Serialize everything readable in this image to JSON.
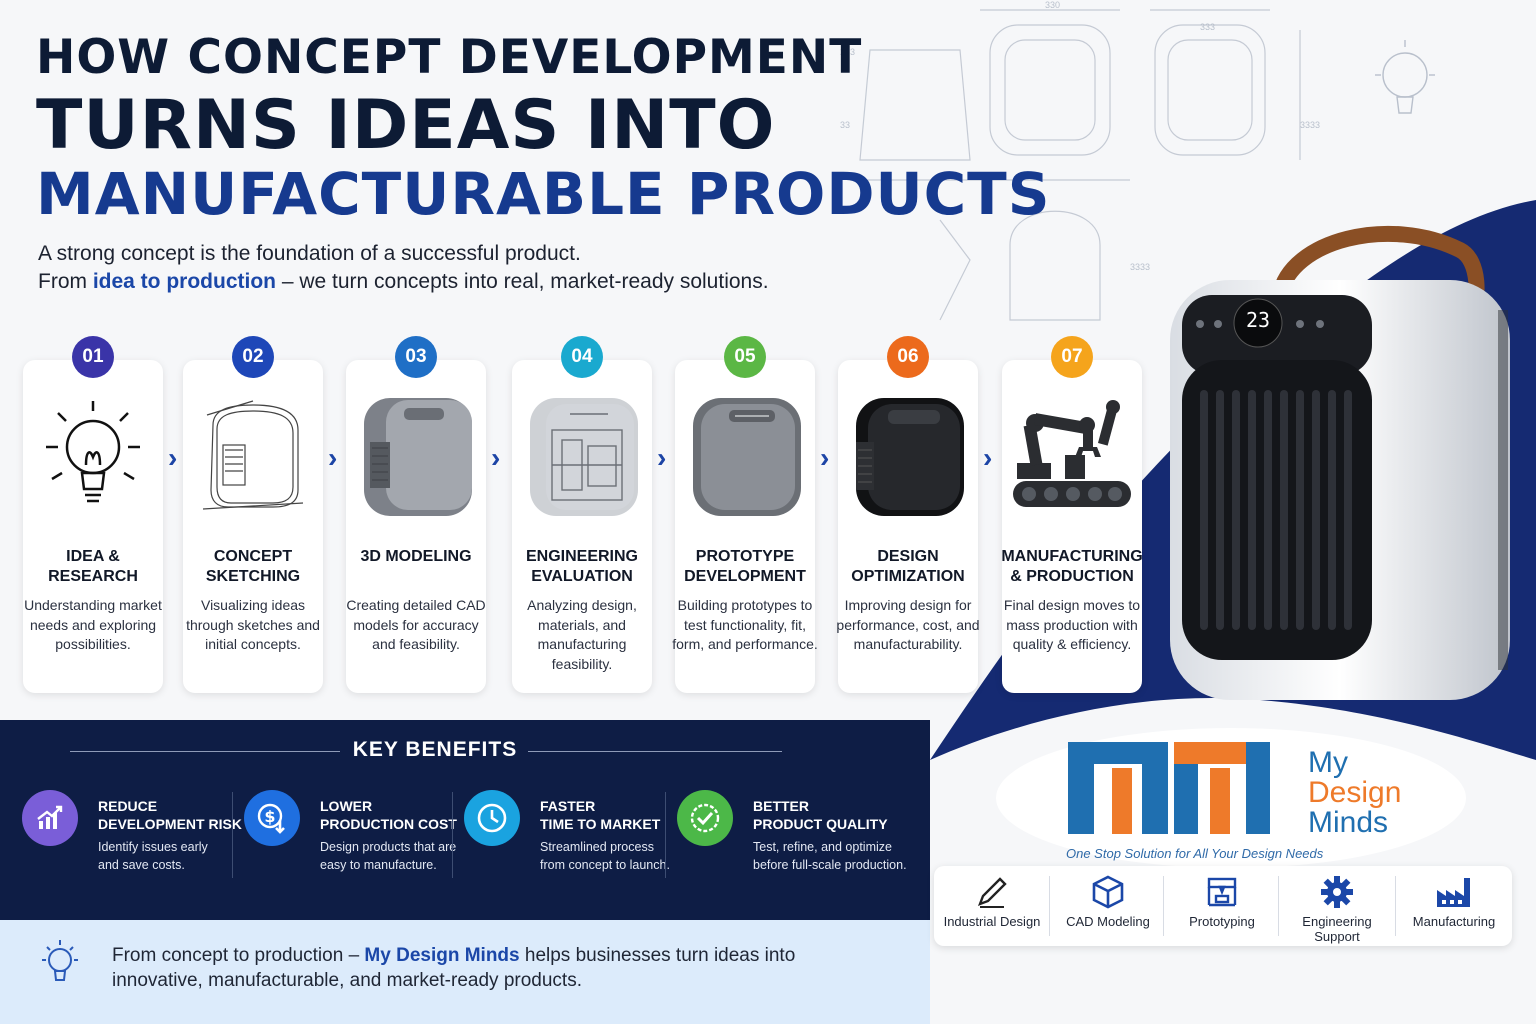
{
  "header": {
    "line1": "HOW CONCEPT DEVELOPMENT",
    "line2": "TURNS IDEAS INTO",
    "line3": "MANUFACTURABLE PRODUCTS",
    "sub1": "A strong concept is the foundation of a successful product.",
    "sub2_pre": "From ",
    "sub2_hl": "idea to production",
    "sub2_post": " – we turn concepts into real, market-ready solutions."
  },
  "device": {
    "display": "23"
  },
  "steps": [
    {
      "num": "01",
      "color": "#3a34a8",
      "title": "IDEA &\nRESEARCH",
      "desc": "Understanding market needs and exploring possibilities.",
      "icon": "lightbulb-icon"
    },
    {
      "num": "02",
      "color": "#1e47b8",
      "title": "CONCEPT\nSKETCHING",
      "desc": "Visualizing ideas through sketches and initial concepts.",
      "icon": "sketch-icon"
    },
    {
      "num": "03",
      "color": "#1f6fc6",
      "title": "3D MODELING",
      "desc": "Creating detailed CAD models for accuracy and feasibility.",
      "icon": "cad-model-icon"
    },
    {
      "num": "04",
      "color": "#1aa9cf",
      "title": "ENGINEERING\nEVALUATION",
      "desc": "Analyzing design, materials, and manufacturing feasibility.",
      "icon": "transparent-model-icon"
    },
    {
      "num": "05",
      "color": "#5bb745",
      "title": "PROTOTYPE\nDEVELOPMENT",
      "desc": "Building prototypes to test functionality, fit, form, and performance.",
      "icon": "prototype-icon"
    },
    {
      "num": "06",
      "color": "#ec6a1c",
      "title": "DESIGN\nOPTIMIZATION",
      "desc": "Improving design for performance, cost, and manufacturability.",
      "icon": "optimized-product-icon"
    },
    {
      "num": "07",
      "color": "#f5a41c",
      "title": "MANUFACTURING\n& PRODUCTION",
      "desc": "Final design moves to mass production with quality & efficiency.",
      "icon": "robot-arm-icon"
    }
  ],
  "benefits": {
    "heading": "KEY BENEFITS",
    "items": [
      {
        "title": "REDUCE\nDEVELOPMENT RISK",
        "desc": "Identify issues early\nand save costs.",
        "color": "#7a5ed8",
        "icon": "chart-up-icon"
      },
      {
        "title": "LOWER\nPRODUCTION COST",
        "desc": "Design products that are\neasy to manufacture.",
        "color": "#1f6fe0",
        "icon": "dollar-down-icon"
      },
      {
        "title": "FASTER\nTIME TO MARKET",
        "desc": "Streamlined process\nfrom concept to launch.",
        "color": "#1aa3e0",
        "icon": "clock-icon"
      },
      {
        "title": "BETTER\nPRODUCT QUALITY",
        "desc": "Test, refine, and optimize\nbefore full-scale production.",
        "color": "#4cb848",
        "icon": "quality-check-icon"
      }
    ]
  },
  "footer": {
    "t1_pre": "From concept to production – ",
    "t1_hl": "My Design Minds",
    "t1_post": " helps businesses turn ideas into",
    "t2": "innovative, manufacturable, and market-ready products."
  },
  "logo": {
    "name_my": "My",
    "name_design": "Design",
    "name_minds": "Minds",
    "tagline": "One Stop Solution for All Your Design Needs",
    "blue": "#1f6fb0",
    "orange": "#ee7a2a"
  },
  "services": [
    {
      "label": "Industrial Design",
      "icon": "pencil-icon"
    },
    {
      "label": "CAD Modeling",
      "icon": "cube-icon"
    },
    {
      "label": "Prototyping",
      "icon": "3d-printer-icon"
    },
    {
      "label": "Engineering Support",
      "icon": "gear-icon"
    },
    {
      "label": "Manufacturing",
      "icon": "factory-icon"
    }
  ]
}
